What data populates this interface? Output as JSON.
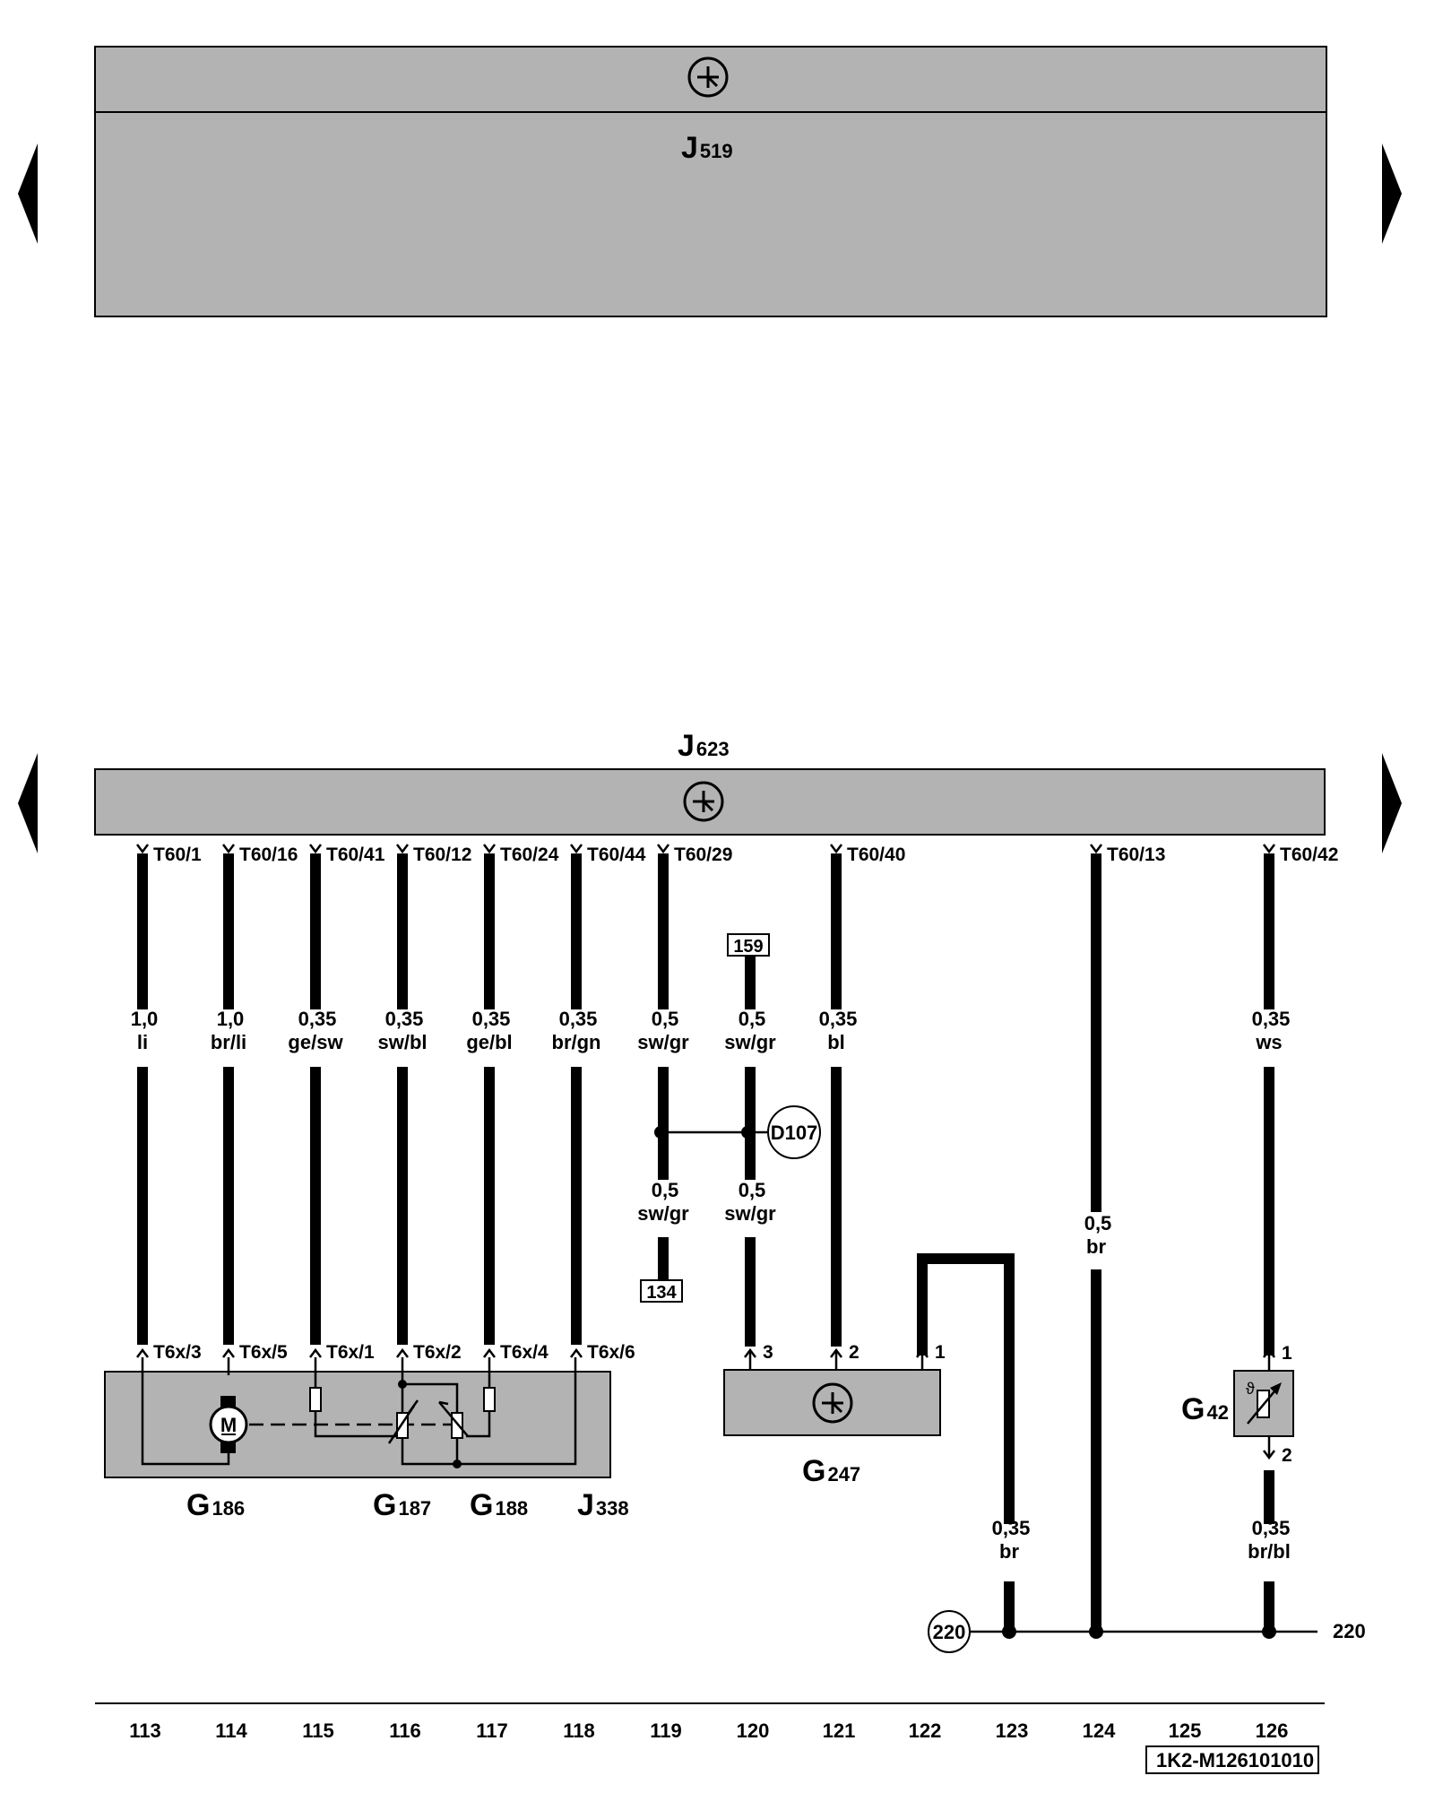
{
  "top_unit": {
    "name": "J",
    "sub": "519"
  },
  "main_unit": {
    "name": "J",
    "sub": "623"
  },
  "pins": [
    "T60/1",
    "T60/16",
    "T60/41",
    "T60/12",
    "T60/24",
    "T60/44",
    "T60/29",
    "T60/40",
    "T60/13",
    "T60/42"
  ],
  "wires": [
    {
      "size": "1,0",
      "color": "li"
    },
    {
      "size": "1,0",
      "color": "br/li"
    },
    {
      "size": "0,35",
      "color": "ge/sw"
    },
    {
      "size": "0,35",
      "color": "sw/bl"
    },
    {
      "size": "0,35",
      "color": "ge/bl"
    },
    {
      "size": "0,35",
      "color": "br/gn"
    },
    {
      "size": "0,5",
      "color": "sw/gr"
    },
    {
      "size": "0,5",
      "color": "sw/gr"
    },
    {
      "size": "0,35",
      "color": "bl"
    },
    {
      "size": "0,35",
      "color": "ws"
    }
  ],
  "lower_wires": [
    {
      "size": "0,5",
      "color": "sw/gr"
    },
    {
      "size": "0,5",
      "color": "sw/gr"
    },
    {
      "size": "0,5",
      "color": "br"
    },
    {
      "size": "0,35",
      "color": "br"
    },
    {
      "size": "0,35",
      "color": "br/bl"
    }
  ],
  "ref_boxes": [
    "159",
    "134"
  ],
  "connector_d": "D107",
  "ground": "220",
  "ground_label": "220",
  "sensor_pins": [
    "T6x/3",
    "T6x/5",
    "T6x/1",
    "T6x/2",
    "T6x/4",
    "T6x/6"
  ],
  "g247_pins": [
    "3",
    "2",
    "1"
  ],
  "g42_pins": [
    "1",
    "2"
  ],
  "motor": "M",
  "thermo_symbol": "ϑ",
  "components": [
    {
      "name": "G",
      "sub": "186"
    },
    {
      "name": "G",
      "sub": "187"
    },
    {
      "name": "G",
      "sub": "188"
    },
    {
      "name": "J",
      "sub": "338"
    },
    {
      "name": "G",
      "sub": "247"
    },
    {
      "name": "G",
      "sub": "42"
    }
  ],
  "columns": [
    "113",
    "114",
    "115",
    "116",
    "117",
    "118",
    "119",
    "120",
    "121",
    "122",
    "123",
    "124",
    "125",
    "126"
  ],
  "doc_id": "1K2-M126101010"
}
